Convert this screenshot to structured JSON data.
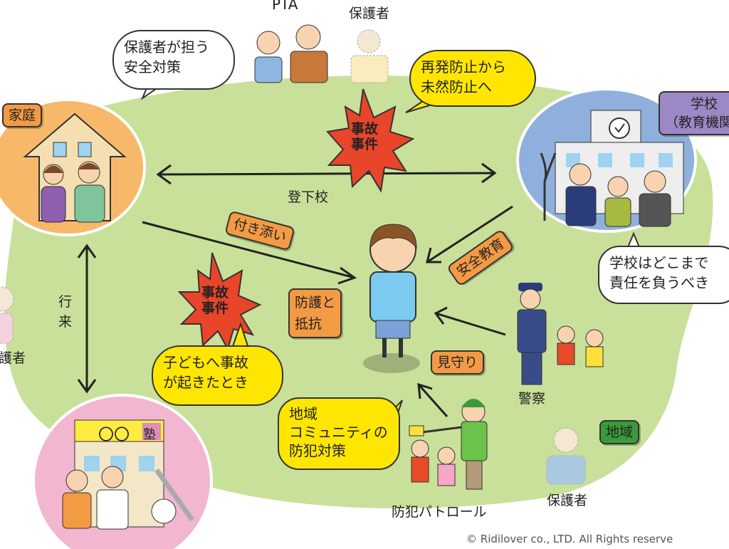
{
  "labels": {
    "pta": "PTA",
    "guardian_top": "保護者",
    "home": "家庭",
    "school_line1": "学校",
    "school_line2": "（教育機関）",
    "commute": "登下校",
    "back_and_forth_1": "行",
    "back_and_forth_2": "来",
    "guardian_left": "護者",
    "juku": "〇〇",
    "juku_kanji": "塾",
    "police": "警察",
    "patrol": "防犯パトロール",
    "guardian_bottom": "保護者",
    "community": "地域",
    "copyright": "© Ridilover co., LTD. All Rights reserve"
  },
  "bubbles": {
    "guardian_safety": [
      "保護者が担う",
      "安全対策"
    ],
    "prevention": [
      "再発防止から",
      "未然防止へ"
    ],
    "school_responsibility": [
      "学校はどこまで",
      "責任を負うべき"
    ],
    "child_accident": [
      "子どもへ事故",
      "が起きたとき"
    ],
    "community_crime": [
      "地域",
      "コミュニティの",
      "防犯対策"
    ]
  },
  "tags": {
    "accompany": "付き添い",
    "safety_education": "安全教育",
    "protect_resist": [
      "防護と",
      "抵抗"
    ],
    "watch_over": "見守り"
  },
  "incidents": {
    "top": [
      "事故",
      "事件"
    ],
    "left": [
      "事故",
      "事件"
    ]
  },
  "colors": {
    "green_area": "#c9e09a",
    "home": "#f7b86a",
    "school": "#8fb0dc",
    "juku": "#f2b6d0",
    "orange_tag": "#f39a44",
    "yellow": "#ffe600",
    "burst": "#e8452a",
    "school_label": "#9d88c6",
    "community_label": "#3a9a3a"
  }
}
